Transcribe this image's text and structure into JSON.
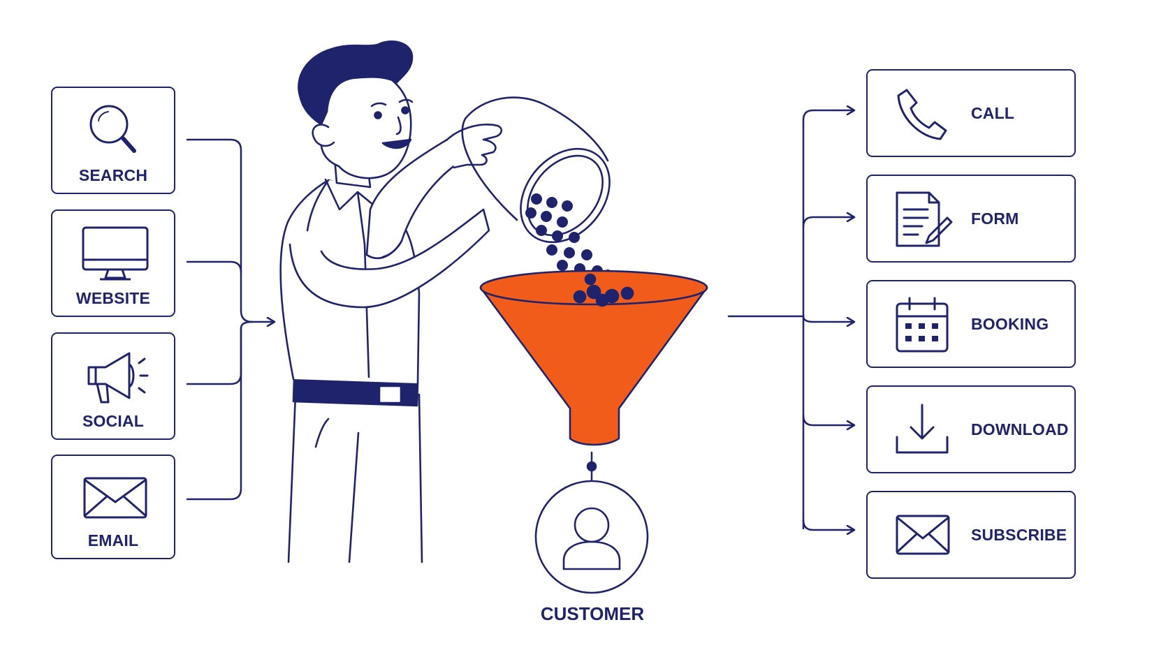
{
  "colors": {
    "ink": "#1f236b",
    "funnel": "#f25c1b",
    "background": "#ffffff"
  },
  "sources": [
    {
      "label": "SEARCH",
      "icon": "search-icon"
    },
    {
      "label": "WEBSITE",
      "icon": "monitor-icon"
    },
    {
      "label": "SOCIAL",
      "icon": "megaphone-icon"
    },
    {
      "label": "EMAIL",
      "icon": "envelope-icon"
    }
  ],
  "actions": [
    {
      "label": "CALL",
      "icon": "phone-icon"
    },
    {
      "label": "FORM",
      "icon": "document-pen-icon"
    },
    {
      "label": "BOOKING",
      "icon": "calendar-icon"
    },
    {
      "label": "DOWNLOAD",
      "icon": "download-icon"
    },
    {
      "label": "SUBSCRIBE",
      "icon": "envelope-icon"
    }
  ],
  "customer": {
    "label": "CUSTOMER",
    "icon": "user-icon"
  }
}
